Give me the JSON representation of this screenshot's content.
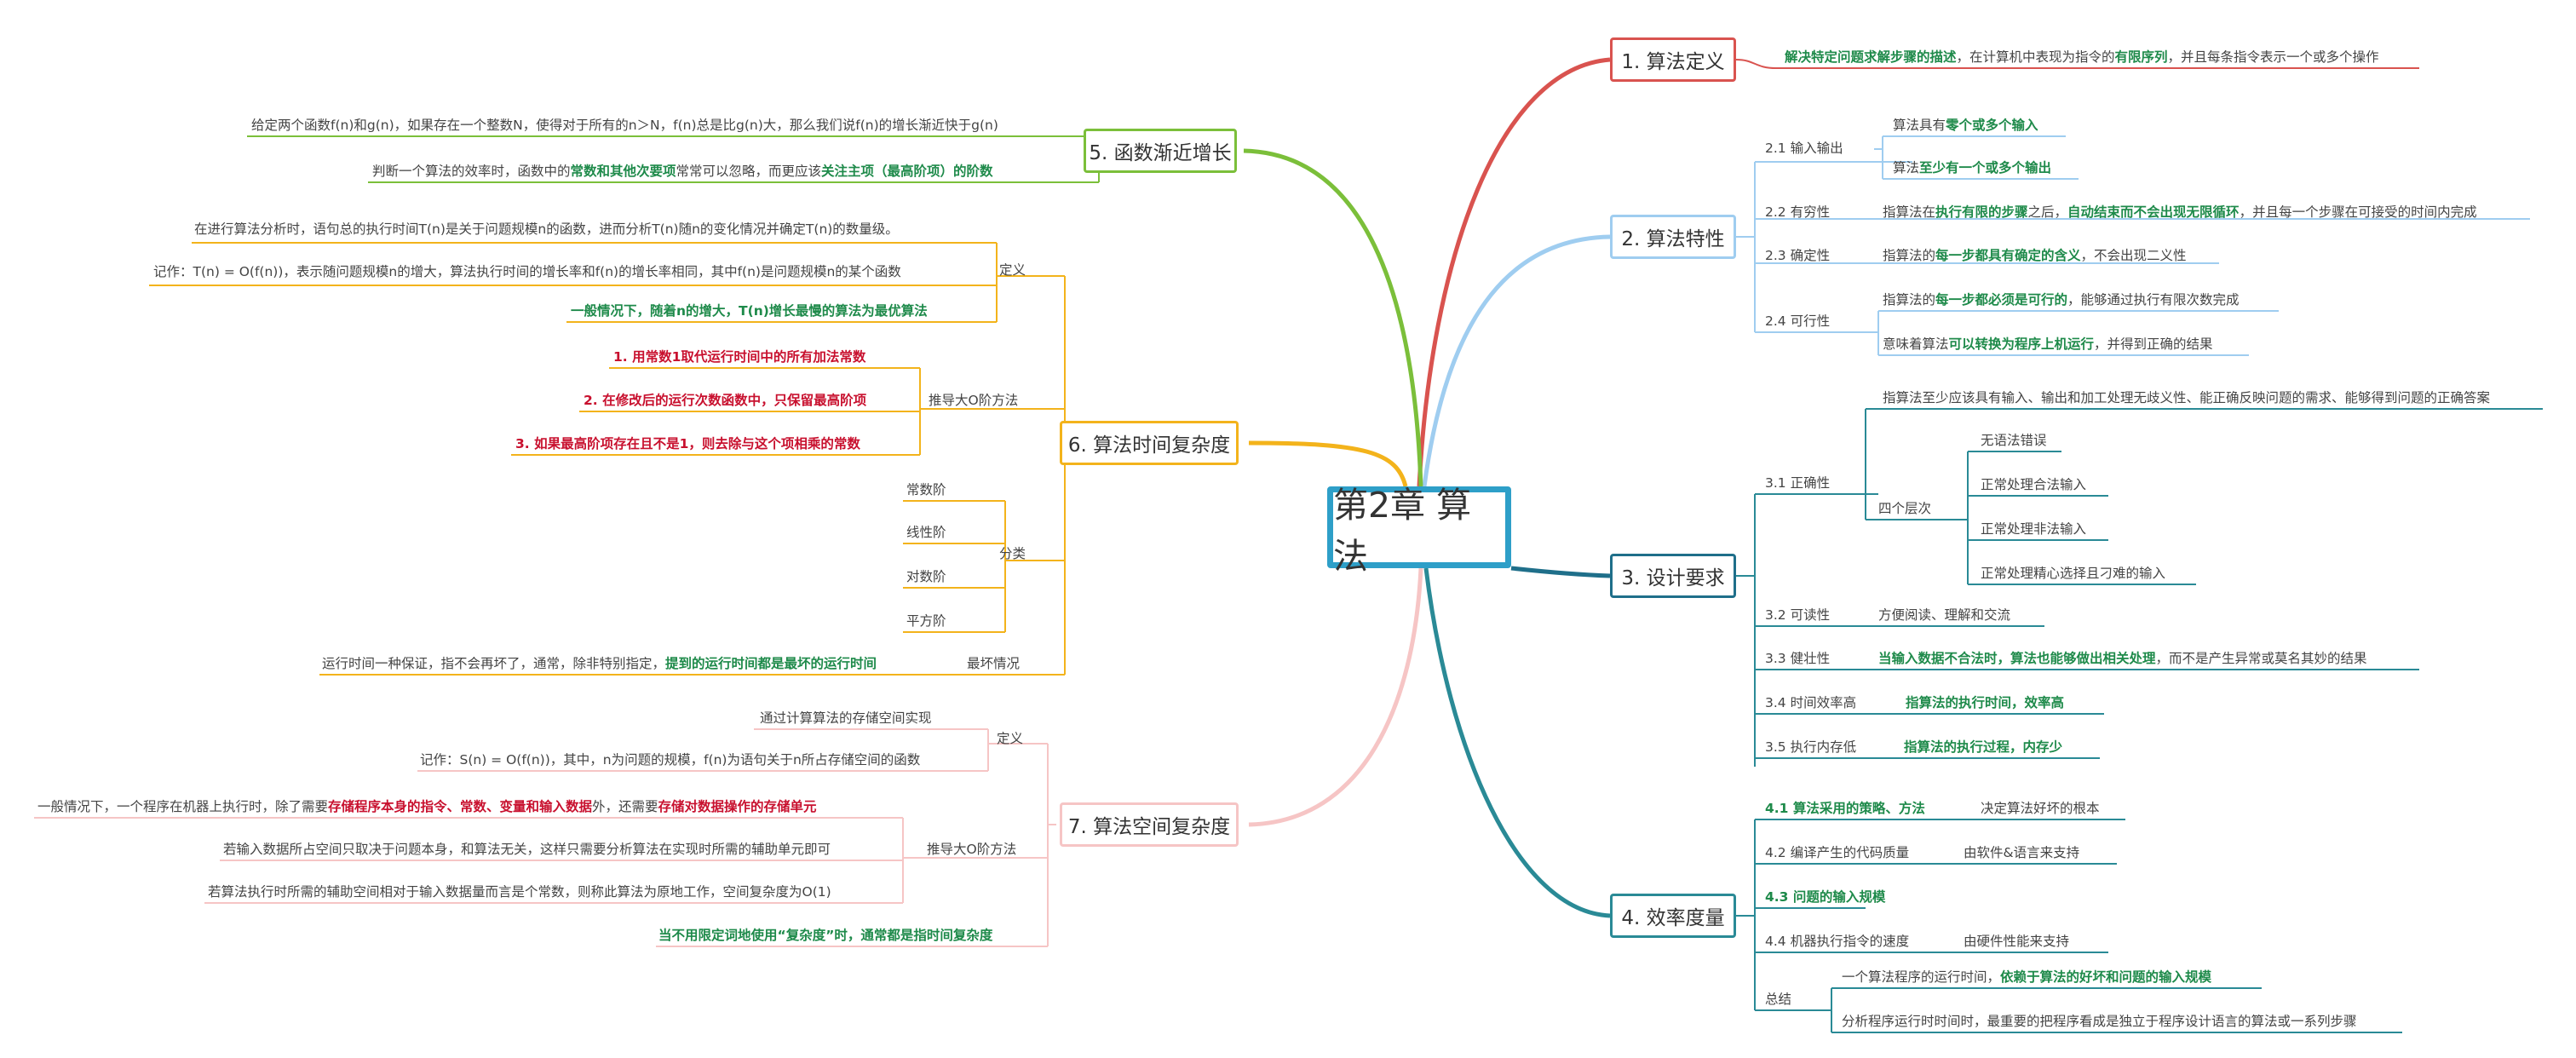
{
  "root_label": "第2章 算法",
  "colors": {
    "red": "#d9534f",
    "lightblue": "#9fcdf0",
    "teal": "#2a8a96",
    "darkteal": "#1f8c92",
    "green": "#7bbf3a",
    "orange": "#f3b31b",
    "pink": "#f6c5c5"
  },
  "branches": {
    "b1": {
      "label": "1. 算法定义",
      "d1": {
        "a": "解决特定问题求解步骤的描述",
        "b": "，在计算机中表现为指令的",
        "c": "有限序列",
        "d": "，并且每条指令表示一个或多个操作"
      }
    },
    "b2": {
      "label": "2. 算法特性",
      "s1": {
        "label": "2.1 输入输出",
        "l1": {
          "a": "算法具有",
          "b": "零个或多个输入"
        },
        "l2": {
          "a": "算法",
          "b": "至少有一个或多个输出"
        }
      },
      "s2": {
        "label": "2.2 有穷性",
        "l1": {
          "a": "指算法在",
          "b": "执行有限的步骤",
          "c": "之后，",
          "d": "自动结束而不会出现无限循环",
          "e": "，并且每一个步骤在可接受的时间内完成"
        }
      },
      "s3": {
        "label": "2.3 确定性",
        "l1": {
          "a": "指算法的",
          "b": "每一步都具有确定的含义",
          "c": "，不会出现二义性"
        }
      },
      "s4": {
        "label": "2.4 可行性",
        "l1": {
          "a": "指算法的",
          "b": "每一步都必须是可行的",
          "c": "，能够通过执行有限次数完成"
        },
        "l2": {
          "a": "意味着算法",
          "b": "可以转换为程序上机运行",
          "c": "，并得到正确的结果"
        }
      }
    },
    "b3": {
      "label": "3. 设计要求",
      "s1": {
        "label": "3.1 正确性",
        "l1": "指算法至少应该具有输入、输出和加工处理无歧义性、能正确反映问题的需求、能够得到问题的正确答案",
        "four": "四个层次",
        "levels": [
          "无语法错误",
          "正常处理合法输入",
          "正常处理非法输入",
          "正常处理精心选择且刁难的输入"
        ]
      },
      "s2": {
        "label": "3.2 可读性",
        "l1": "方便阅读、理解和交流"
      },
      "s3": {
        "label": "3.3 健壮性",
        "l1": {
          "a": "当输入数据不合法时，算法也能够做出相关处理",
          "b": "，而不是产生异常或莫名其妙的结果"
        }
      },
      "s4": {
        "label": "3.4 时间效率高",
        "l1": "指算法的执行时间，效率高"
      },
      "s5": {
        "label": "3.5 执行内存低",
        "l1": "指算法的执行过程，内存少"
      }
    },
    "b4": {
      "label": "4. 效率度量",
      "s1": {
        "label": "4.1 算法采用的策略、方法",
        "l1": "决定算法好坏的根本"
      },
      "s2": {
        "label": "4.2 编译产生的代码质量",
        "l1": "由软件&语言来支持"
      },
      "s3": {
        "label": "4.3 问题的输入规模"
      },
      "s4": {
        "label": "4.4 机器执行指令的速度",
        "l1": "由硬件性能来支持"
      },
      "s5": {
        "label": "总结",
        "l1": {
          "a": "一个算法程序的运行时间，",
          "b": "依赖于算法的好坏和问题的输入规模"
        },
        "l2": "分析程序运行时时间时，最重要的把程序看成是独立于程序设计语言的算法或一系列步骤"
      }
    },
    "b5": {
      "label": "5. 函数渐近增长",
      "l1": "给定两个函数f(n)和g(n)，如果存在一个整数N，使得对于所有的n＞N，f(n)总是比g(n)大，那么我们说f(n)的增长渐近快于g(n)",
      "l2": {
        "a": "判断一个算法的效率时，函数中的",
        "b": "常数和其他次要项",
        "c": "常常可以忽略，而更应该",
        "d": "关注主项（最高阶项）的阶数"
      }
    },
    "b6": {
      "label": "6. 算法时间复杂度",
      "def": {
        "label": "定义",
        "l1": "在进行算法分析时，语句总的执行时间T(n)是关于问题规模n的函数，进而分析T(n)随n的变化情况并确定T(n)的数量级。",
        "l2": "记作：T(n) = O(f(n))，表示随问题规模n的增大，算法执行时间的增长率和f(n)的增长率相同，其中f(n)是问题规模n的某个函数",
        "l3": "一般情况下，随着n的增大，T(n)增长最慢的算法为最优算法"
      },
      "derive": {
        "label": "推导大O阶方法",
        "steps": [
          "1. 用常数1取代运行时间中的所有加法常数",
          "2. 在修改后的运行次数函数中，只保留最高阶项",
          "3. 如果最高阶项存在且不是1，则去除与这个项相乘的常数"
        ]
      },
      "classify": {
        "label": "分类",
        "items": [
          "常数阶",
          "线性阶",
          "对数阶",
          "平方阶"
        ]
      },
      "worst": {
        "label": "最坏情况",
        "a": "运行时间一种保证，指不会再坏了，通常，除非特别指定，",
        "b": "提到的运行时间都是最坏的运行时间"
      }
    },
    "b7": {
      "label": "7. 算法空间复杂度",
      "def": {
        "label": "定义",
        "l1": "通过计算算法的存储空间实现",
        "l2": "记作：S(n) = O(f(n))，其中，n为问题的规模，f(n)为语句关于n所占存储空间的函数"
      },
      "derive": {
        "label": "推导大O阶方法",
        "l1": {
          "a": "一般情况下，一个程序在机器上执行时，除了需要",
          "b": "存储程序本身的指令、常数、变量和输入数据",
          "c": "外，还需要",
          "d": "存储对数据操作的存储单元"
        },
        "l2": "若输入数据所占空间只取决于问题本身，和算法无关，这样只需要分析算法在实现时所需的辅助单元即可",
        "l3": "若算法执行时所需的辅助空间相对于输入数据量而言是个常数，则称此算法为原地工作，空间复杂度为O(1)"
      },
      "l4": "当不用限定词地使用“复杂度”时，通常都是指时间复杂度"
    }
  }
}
